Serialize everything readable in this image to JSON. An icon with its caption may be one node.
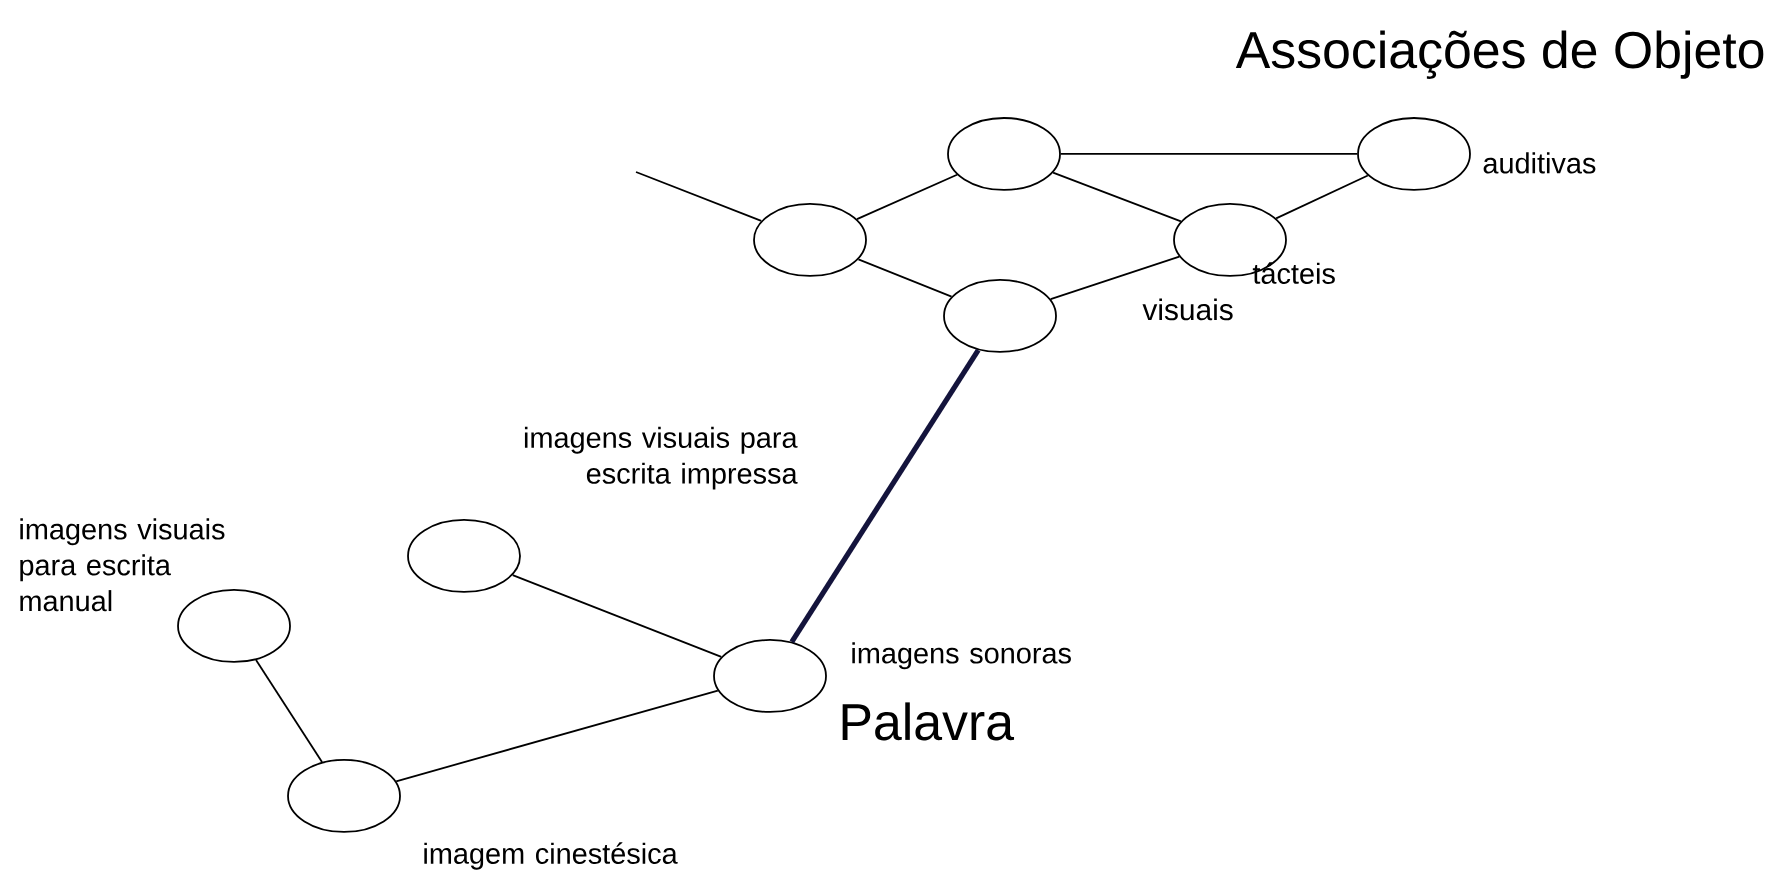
{
  "diagram": {
    "nodes": [
      {
        "text": [],
        "shape": "ellipse"
      },
      {
        "text": [],
        "shape": "ellipse"
      },
      {
        "text": [],
        "shape": "ellipse"
      },
      {
        "text": [],
        "shape": "ellipse",
        "beside": [
          "tácteis"
        ]
      },
      {
        "text": [],
        "shape": "ellipse",
        "beside": [
          "auditivas"
        ]
      },
      {
        "text": [],
        "shape": "ellipse",
        "beside": [
          "imagens visuais para escrita impressa"
        ]
      },
      {
        "text": [],
        "shape": "ellipse",
        "beside": [
          "imagens visuais para escrita manual"
        ]
      },
      {
        "text": [],
        "shape": "ellipse",
        "beside": [
          "imagem cinestésica"
        ]
      },
      {
        "text": [],
        "shape": "ellipse",
        "beside": [
          "imagens sonoras"
        ]
      }
    ],
    "edges": [
      {
        "from": null,
        "to": 0,
        "arrow": "none"
      },
      {
        "from": 0,
        "to": 1,
        "arrow": "none"
      },
      {
        "from": 0,
        "to": 2,
        "arrow": "none"
      },
      {
        "from": 1,
        "to": 4,
        "arrow": "none"
      },
      {
        "from": 1,
        "to": 3,
        "arrow": "none"
      },
      {
        "from": 2,
        "to": 3,
        "arrow": "none"
      },
      {
        "from": 3,
        "to": 4,
        "arrow": "none"
      },
      {
        "from": 8,
        "to": 2,
        "arrow": "none",
        "style": "thick",
        "color": "#14143c"
      },
      {
        "from": 5,
        "to": 8,
        "arrow": "none"
      },
      {
        "from": 7,
        "to": 8,
        "arrow": "none"
      },
      {
        "from": 6,
        "to": 7,
        "arrow": "none"
      }
    ],
    "labels": [
      "Associações de Objeto",
      "visuais",
      "Palavra"
    ]
  }
}
